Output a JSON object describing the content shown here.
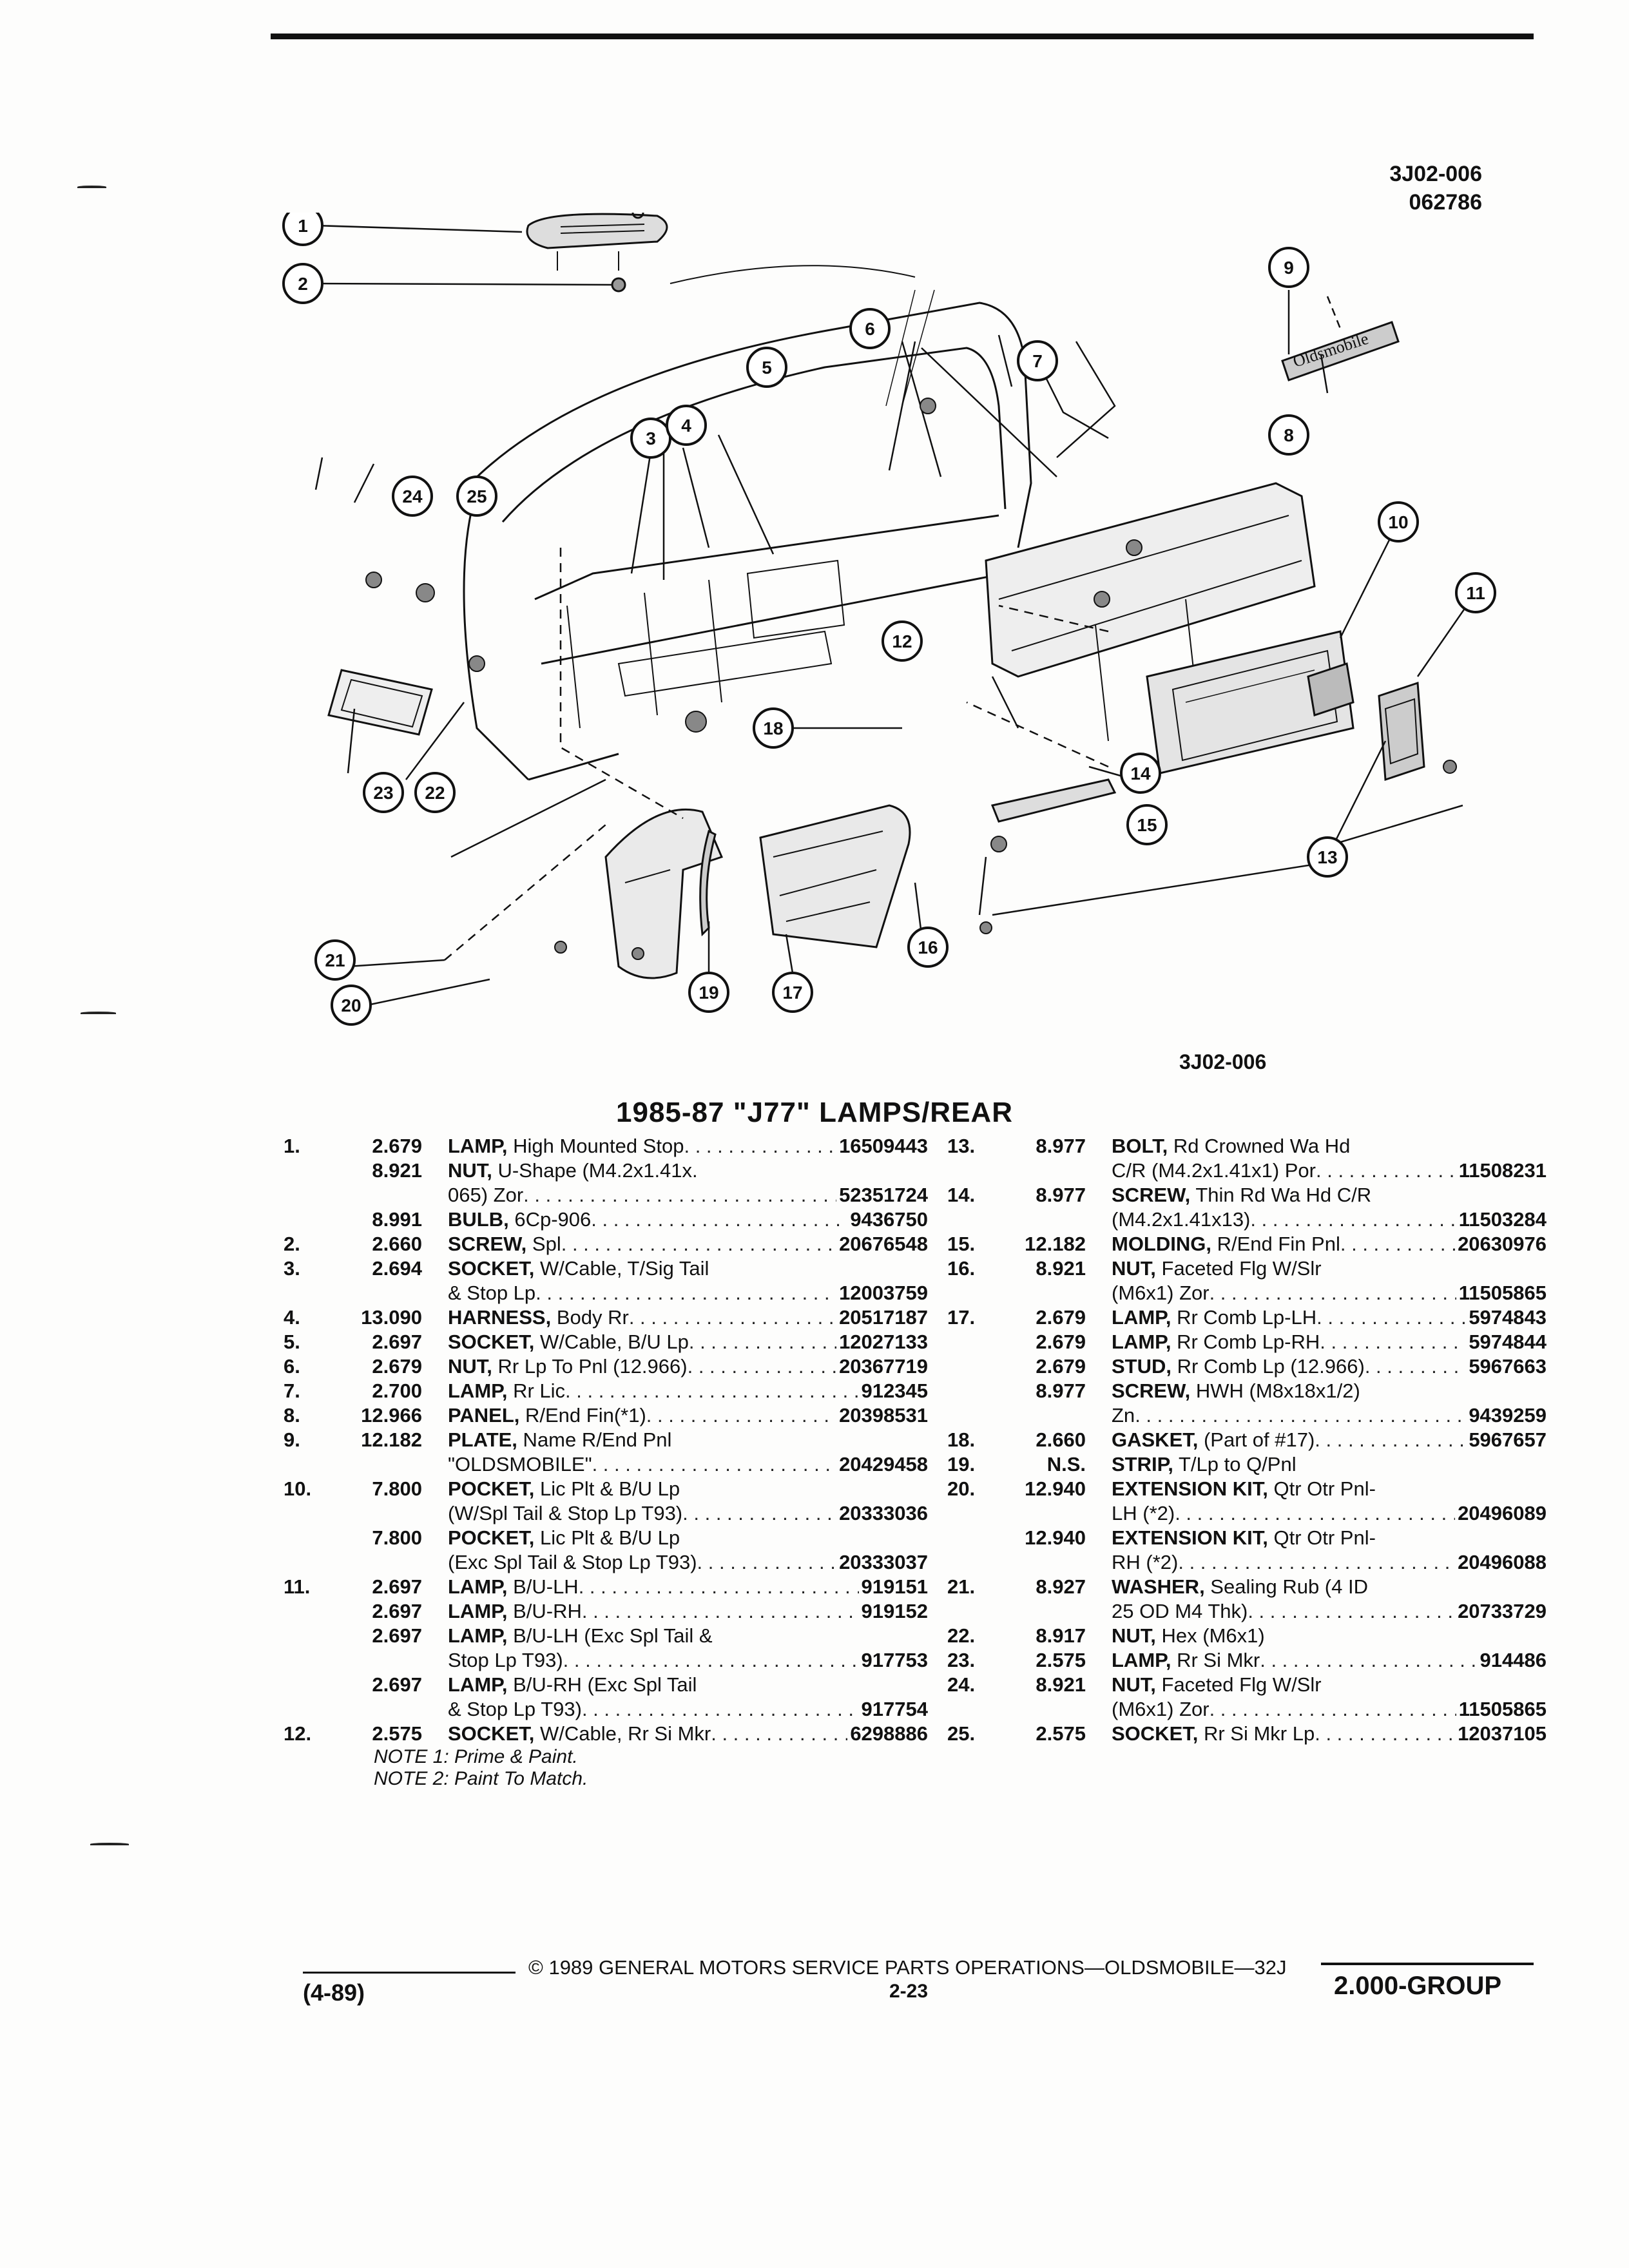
{
  "figure_code": "3J02-006",
  "figure_date": "062786",
  "figure_code_bottom": "3J02-006",
  "title": "1985-87 \"J77\" LAMPS/REAR",
  "callouts": [
    "1",
    "2",
    "3",
    "4",
    "5",
    "6",
    "7",
    "8",
    "9",
    "10",
    "11",
    "12",
    "13",
    "14",
    "15",
    "16",
    "17",
    "18",
    "19",
    "20",
    "21",
    "22",
    "23",
    "24",
    "25"
  ],
  "badge_text": "Oldsmobile",
  "left_rows": [
    {
      "num": "1.",
      "grp": "2.679",
      "name": "LAMP,",
      "rest": " High Mounted Stop",
      "part": "16509443"
    },
    {
      "num": "",
      "grp": "8.921",
      "name": "NUT,",
      "rest": " U-Shape (M4.2x1.41x.",
      "part": ""
    },
    {
      "num": "",
      "grp": "",
      "name": "",
      "rest": "065) Zor",
      "part": "52351724"
    },
    {
      "num": "",
      "grp": "8.991",
      "name": "BULB,",
      "rest": " 6Cp-906",
      "part": "9436750"
    },
    {
      "num": "2.",
      "grp": "2.660",
      "name": "SCREW,",
      "rest": " Spl",
      "part": "20676548"
    },
    {
      "num": "3.",
      "grp": "2.694",
      "name": "SOCKET,",
      "rest": " W/Cable, T/Sig Tail",
      "part": ""
    },
    {
      "num": "",
      "grp": "",
      "name": "",
      "rest": "& Stop Lp",
      "part": "12003759"
    },
    {
      "num": "4.",
      "grp": "13.090",
      "name": "HARNESS,",
      "rest": " Body Rr",
      "part": "20517187"
    },
    {
      "num": "5.",
      "grp": "2.697",
      "name": "SOCKET,",
      "rest": " W/Cable, B/U Lp",
      "part": "12027133"
    },
    {
      "num": "6.",
      "grp": "2.679",
      "name": "NUT,",
      "rest": " Rr Lp To Pnl (12.966)",
      "part": "20367719"
    },
    {
      "num": "7.",
      "grp": "2.700",
      "name": "LAMP,",
      "rest": " Rr Lic",
      "part": "912345"
    },
    {
      "num": "8.",
      "grp": "12.966",
      "name": "PANEL,",
      "rest": " R/End Fin(*1)",
      "part": "20398531"
    },
    {
      "num": "9.",
      "grp": "12.182",
      "name": "PLATE,",
      "rest": " Name R/End Pnl",
      "part": ""
    },
    {
      "num": "",
      "grp": "",
      "name": "",
      "rest": "\"OLDSMOBILE\"",
      "part": "20429458"
    },
    {
      "num": "10.",
      "grp": "7.800",
      "name": "POCKET,",
      "rest": " Lic Plt & B/U Lp",
      "part": ""
    },
    {
      "num": "",
      "grp": "",
      "name": "",
      "rest": "(W/Spl Tail & Stop Lp T93)",
      "part": "20333036"
    },
    {
      "num": "",
      "grp": "7.800",
      "name": "POCKET,",
      "rest": " Lic Plt & B/U Lp",
      "part": ""
    },
    {
      "num": "",
      "grp": "",
      "name": "",
      "rest": "(Exc Spl Tail & Stop Lp T93)",
      "part": "20333037"
    },
    {
      "num": "11.",
      "grp": "2.697",
      "name": "LAMP,",
      "rest": " B/U-LH",
      "part": "919151"
    },
    {
      "num": "",
      "grp": "2.697",
      "name": "LAMP,",
      "rest": " B/U-RH",
      "part": "919152"
    },
    {
      "num": "",
      "grp": "2.697",
      "name": "LAMP,",
      "rest": " B/U-LH (Exc Spl Tail &",
      "part": ""
    },
    {
      "num": "",
      "grp": "",
      "name": "",
      "rest": "Stop Lp T93)",
      "part": "917753"
    },
    {
      "num": "",
      "grp": "2.697",
      "name": "LAMP,",
      "rest": " B/U-RH (Exc Spl Tail",
      "part": ""
    },
    {
      "num": "",
      "grp": "",
      "name": "",
      "rest": "& Stop Lp T93)",
      "part": "917754"
    },
    {
      "num": "12.",
      "grp": "2.575",
      "name": "SOCKET,",
      "rest": " W/Cable, Rr Si Mkr",
      "part": "6298886"
    }
  ],
  "notes": [
    "NOTE 1: Prime & Paint.",
    "NOTE 2: Paint To Match."
  ],
  "right_rows": [
    {
      "num": "13.",
      "grp": "8.977",
      "name": "BOLT,",
      "rest": " Rd Crowned Wa Hd",
      "part": ""
    },
    {
      "num": "",
      "grp": "",
      "name": "",
      "rest": "C/R (M4.2x1.41x1) Por",
      "part": "11508231"
    },
    {
      "num": "14.",
      "grp": "8.977",
      "name": "SCREW,",
      "rest": " Thin Rd Wa Hd C/R",
      "part": ""
    },
    {
      "num": "",
      "grp": "",
      "name": "",
      "rest": "(M4.2x1.41x13)",
      "part": "11503284"
    },
    {
      "num": "15.",
      "grp": "12.182",
      "name": "MOLDING,",
      "rest": " R/End Fin Pnl",
      "part": "20630976"
    },
    {
      "num": "16.",
      "grp": "8.921",
      "name": "NUT,",
      "rest": " Faceted Flg W/Slr",
      "part": ""
    },
    {
      "num": "",
      "grp": "",
      "name": "",
      "rest": "(M6x1) Zor",
      "part": "11505865"
    },
    {
      "num": "17.",
      "grp": "2.679",
      "name": "LAMP,",
      "rest": " Rr Comb Lp-LH",
      "part": "5974843"
    },
    {
      "num": "",
      "grp": "2.679",
      "name": "LAMP,",
      "rest": " Rr Comb Lp-RH",
      "part": "5974844"
    },
    {
      "num": "",
      "grp": "2.679",
      "name": "STUD,",
      "rest": " Rr Comb Lp (12.966)",
      "part": "5967663"
    },
    {
      "num": "",
      "grp": "8.977",
      "name": "SCREW,",
      "rest": " HWH (M8x18x1/2)",
      "part": ""
    },
    {
      "num": "",
      "grp": "",
      "name": "",
      "rest": "Zn",
      "part": "9439259"
    },
    {
      "num": "18.",
      "grp": "2.660",
      "name": "GASKET,",
      "rest": " (Part of #17)",
      "part": "5967657"
    },
    {
      "num": "19.",
      "grp": "N.S.",
      "name": "STRIP,",
      "rest": " T/Lp to Q/Pnl",
      "part": ""
    },
    {
      "num": "20.",
      "grp": "12.940",
      "name": "EXTENSION KIT,",
      "rest": " Qtr Otr Pnl-",
      "part": ""
    },
    {
      "num": "",
      "grp": "",
      "name": "",
      "rest": "LH (*2)",
      "part": "20496089"
    },
    {
      "num": "",
      "grp": "12.940",
      "name": "EXTENSION KIT,",
      "rest": " Qtr Otr Pnl-",
      "part": ""
    },
    {
      "num": "",
      "grp": "",
      "name": "",
      "rest": "RH (*2)",
      "part": "20496088"
    },
    {
      "num": "21.",
      "grp": "8.927",
      "name": "WASHER,",
      "rest": " Sealing Rub (4 ID",
      "part": ""
    },
    {
      "num": "",
      "grp": "",
      "name": "",
      "rest": "25 OD M4 Thk)",
      "part": "20733729"
    },
    {
      "num": "22.",
      "grp": "8.917",
      "name": "NUT,",
      "rest": " Hex (M6x1)",
      "part": ""
    },
    {
      "num": "23.",
      "grp": "2.575",
      "name": "LAMP,",
      "rest": " Rr Si Mkr",
      "part": "914486"
    },
    {
      "num": "24.",
      "grp": "8.921",
      "name": "NUT,",
      "rest": " Faceted Flg W/Slr",
      "part": ""
    },
    {
      "num": "",
      "grp": "",
      "name": "",
      "rest": "(M6x1) Zor",
      "part": "11505865"
    },
    {
      "num": "25.",
      "grp": "2.575",
      "name": "SOCKET,",
      "rest": " Rr Si Mkr Lp",
      "part": "12037105"
    }
  ],
  "footer": {
    "copyright": "© 1989 GENERAL MOTORS SERVICE PARTS OPERATIONS—OLDSMOBILE—32J",
    "date": "(4-89)",
    "page": "2-23",
    "group": "2.000-GROUP"
  }
}
